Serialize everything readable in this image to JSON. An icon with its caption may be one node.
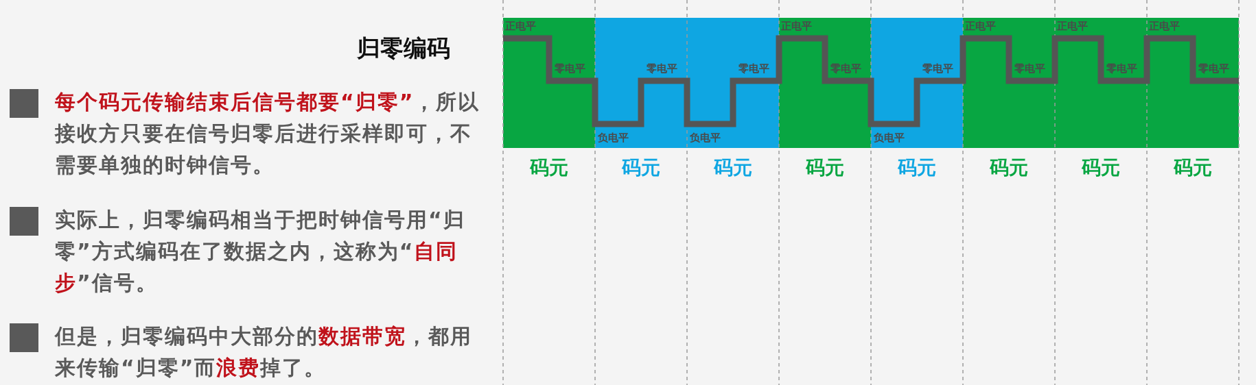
{
  "diagram": {
    "title": "归零编码",
    "labels": [
      "**每个码元传输结束后信号都要“归零”**，所以接收方只要在信号归零后进行采样即可，不需要单独的时钟信号。",
      "实际上，归零编码相当于把时钟信号用“归零”方式编码在了数据之内，这称为“**自同步**”信号。",
      "但是，归零编码中大部分的**数据带宽**，都用来传输“归零”而**浪费**掉了。",
      "正电平",
      "正电平",
      "正电平",
      "正电平",
      "正电平",
      "零电平",
      "零电平",
      "零电平",
      "零电平",
      "零电平",
      "零电平",
      "零电平",
      "零电平",
      "负电平",
      "负电平",
      "负电平",
      "码元",
      "码元",
      "码元",
      "码元",
      "码元",
      "码元",
      "码元",
      "码元"
    ]
  }
}
